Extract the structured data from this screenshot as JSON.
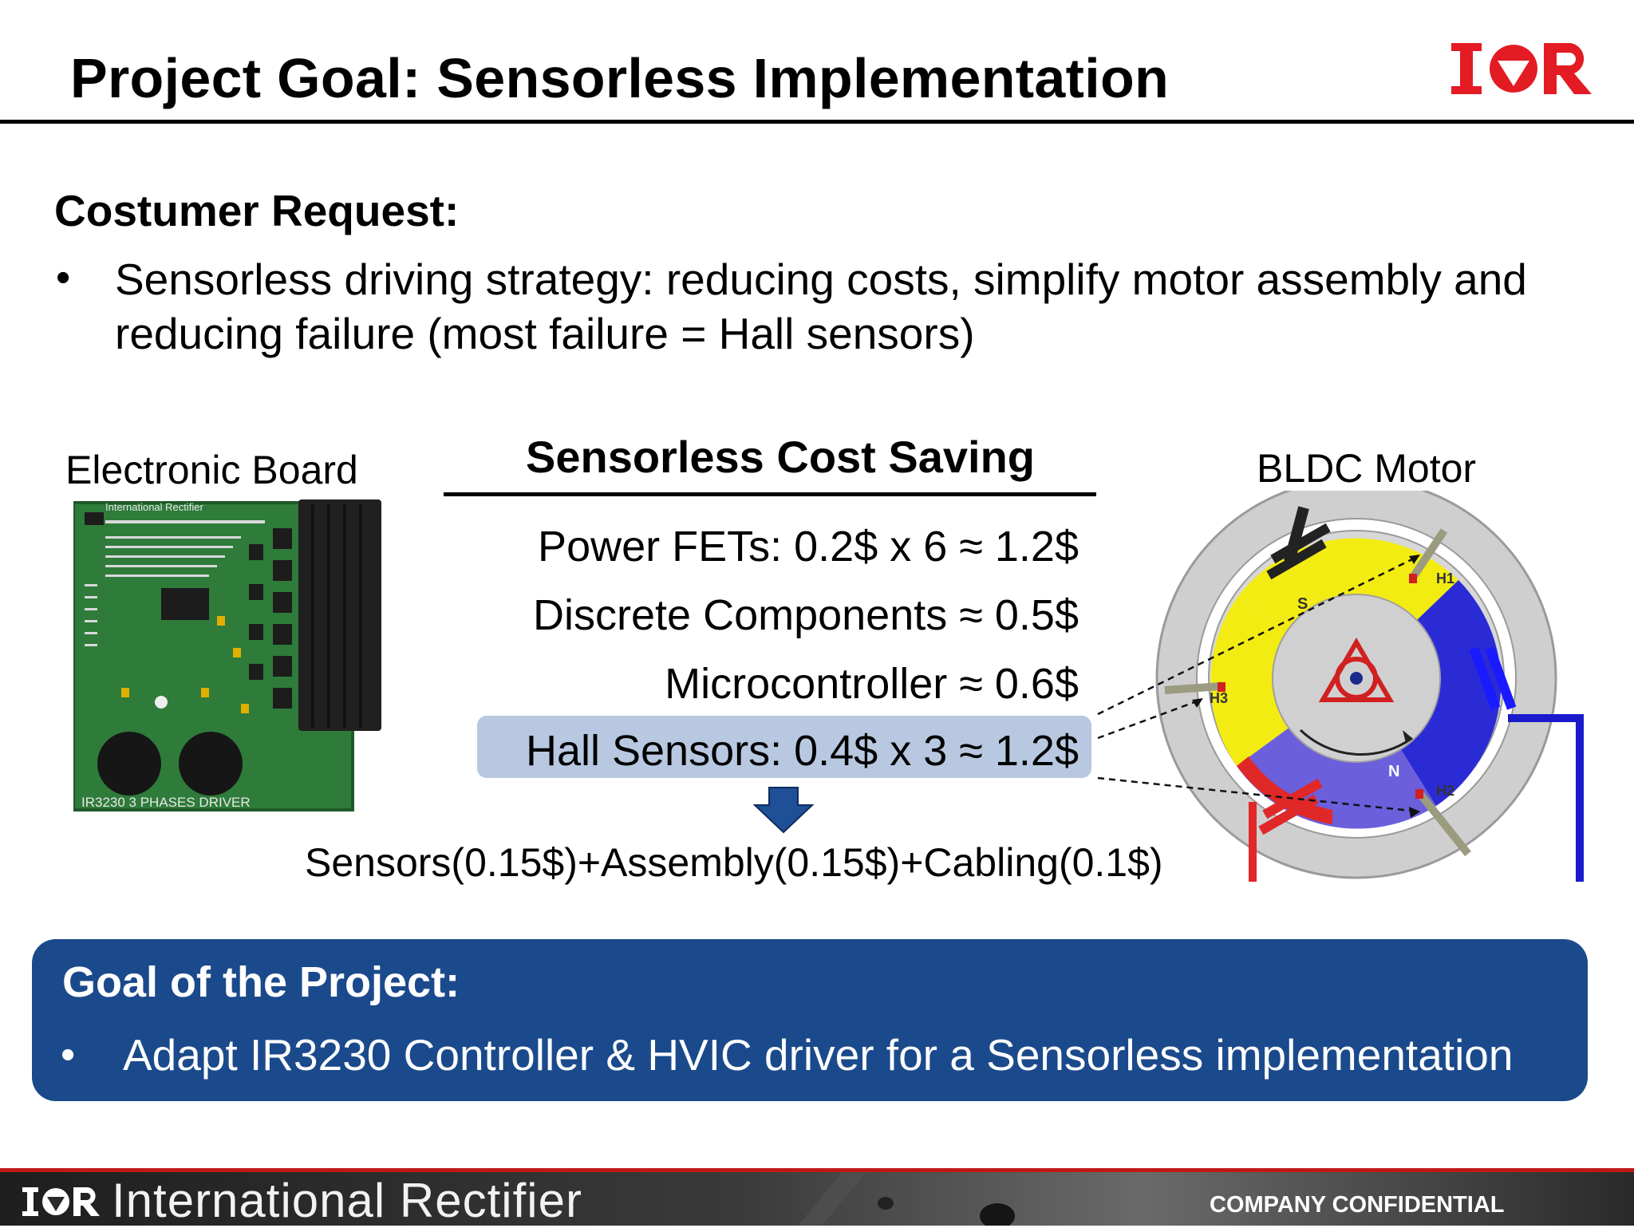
{
  "header": {
    "title": "Project Goal: Sensorless Implementation",
    "logo_text": "IOR",
    "brand_color": "#e31b23"
  },
  "request": {
    "heading": "Costumer Request:",
    "bullet": "•",
    "text": "Sensorless driving strategy: reducing costs, simplify motor assembly and reducing failure (most failure = Hall sensors)"
  },
  "board": {
    "label": "Electronic Board",
    "pcb_text_top": "International     Rectifier",
    "pcb_text_bottom": "IR3230    3 PHASES DRIVER"
  },
  "cost": {
    "title": "Sensorless Cost Saving",
    "rows": [
      "Power FETs: 0.2$ x 6 ≈ 1.2$",
      "Discrete Components ≈ 0.5$",
      "Microcontroller ≈ 0.6$",
      "Hall Sensors: 0.4$ x 3 ≈ 1.2$"
    ],
    "highlight_color": "#b8c8e0",
    "breakdown": "Sensors(0.15$)+Assembly(0.15$)+Cabling(0.1$)"
  },
  "motor": {
    "label": "BLDC Motor",
    "sensor_labels": [
      "H1",
      "H2",
      "H3"
    ],
    "pole_labels": [
      "S",
      "N"
    ]
  },
  "goal": {
    "heading": "Goal of the Project:",
    "bullet": "•",
    "text": "Adapt IR3230 Controller & HVIC driver for a Sensorless implementation",
    "box_color": "#1b4a8c"
  },
  "footer": {
    "logo_text": "IOR",
    "company": "International Rectifier",
    "confidential": "COMPANY CONFIDENTIAL"
  }
}
